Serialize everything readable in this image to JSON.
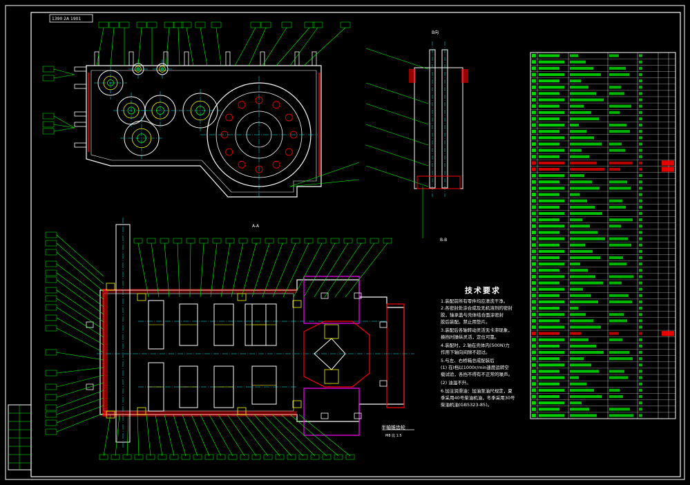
{
  "drawing": {
    "corner_tag": "1390 2A 1901",
    "view_label": "B向",
    "section_a_label": "A-A",
    "section_b_label": "B-B",
    "axle_label": "半轴锥齿轮",
    "axle_sub": "M8 比 1:5"
  },
  "tech_requirements": {
    "title": "技术要求",
    "notes": [
      "1.装配前所有零件均应清洗干净。",
      "2.各密封处涂合成及无机溶剂的密封",
      "   胶，轴承盖与壳体结合面涂密封",
      "   胶后装配。禁止用垫片。",
      "3.装配后各轴转动灵活无卡滞现象，",
      "   换挡时操纵灵活，定位可靠。",
      "4.装配时，2.轴在壳体内(500N)力",
      "   作用下轴向间隙不超过。",
      "5.与左、右桥箱总成配装后",
      "(1) 在I档以1000r/min速度运转空",
      "    载试验，各挡不得有不正常的噪声。",
      "(2) 油温不升。",
      "6.加注润滑油：加油至油尺规定，夏",
      "   季采用40号柴油机油，冬季采用30号",
      "   柴油机油(GB5323-85)。"
    ]
  },
  "bom": {
    "rows": 58,
    "highlight_rows": [
      17,
      18,
      44
    ]
  },
  "colors": {
    "background": "#000000",
    "frame": "#ffffff",
    "outline": "#ffffff",
    "leader": "#00ff00",
    "center_line": "#00ffff",
    "section": "#ff0000",
    "highlight": "#ff00ff",
    "bearing": "#ffff00"
  }
}
